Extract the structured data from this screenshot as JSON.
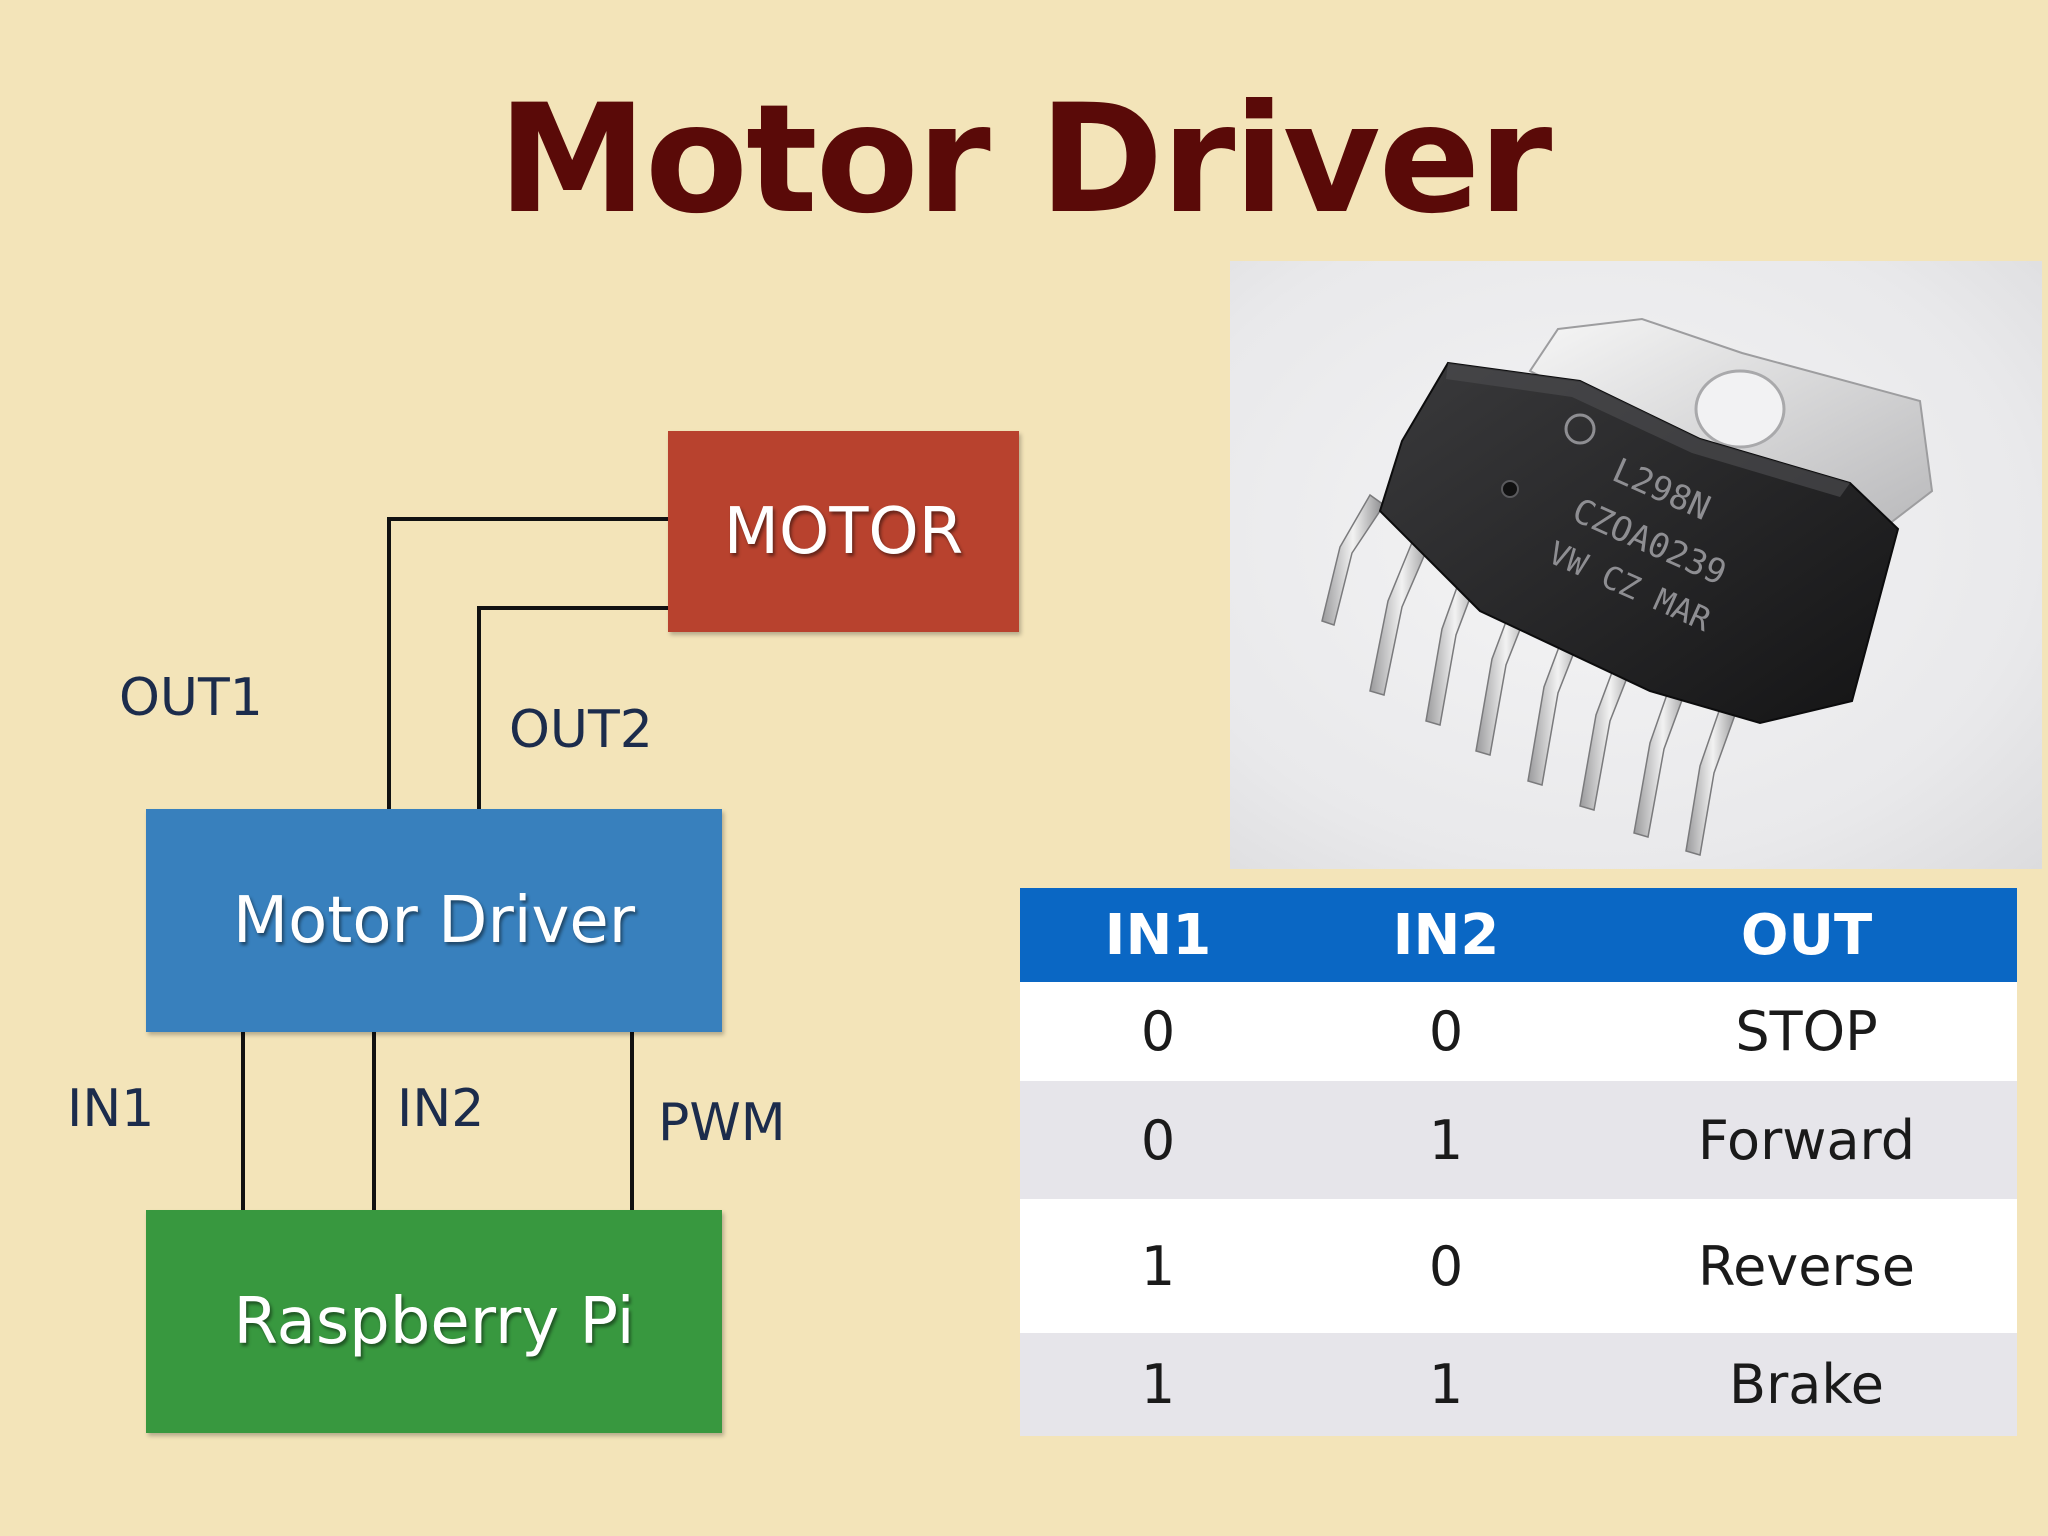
{
  "title": "Motor Driver",
  "diagram": {
    "motor_label": "MOTOR",
    "driver_label": "Motor Driver",
    "pi_label": "Raspberry Pi",
    "wire_labels": {
      "out1": "OUT1",
      "out2": "OUT2",
      "in1": "IN1",
      "in2": "IN2",
      "pwm": "PWM"
    },
    "colors": {
      "motor": "#b8422e",
      "driver": "#3880bd",
      "pi": "#38983f",
      "title": "#5a0a08",
      "background": "#f3e4b9"
    }
  },
  "chip_photo": {
    "markings": [
      "L298N",
      "CZOA0239",
      "VW CZ MAR"
    ]
  },
  "truth_table": {
    "headers": [
      "IN1",
      "IN2",
      "OUT"
    ],
    "rows": [
      [
        "0",
        "0",
        "STOP"
      ],
      [
        "0",
        "1",
        "Forward"
      ],
      [
        "1",
        "0",
        "Reverse"
      ],
      [
        "1",
        "1",
        "Brake"
      ]
    ],
    "header_color": "#0a67c4"
  }
}
